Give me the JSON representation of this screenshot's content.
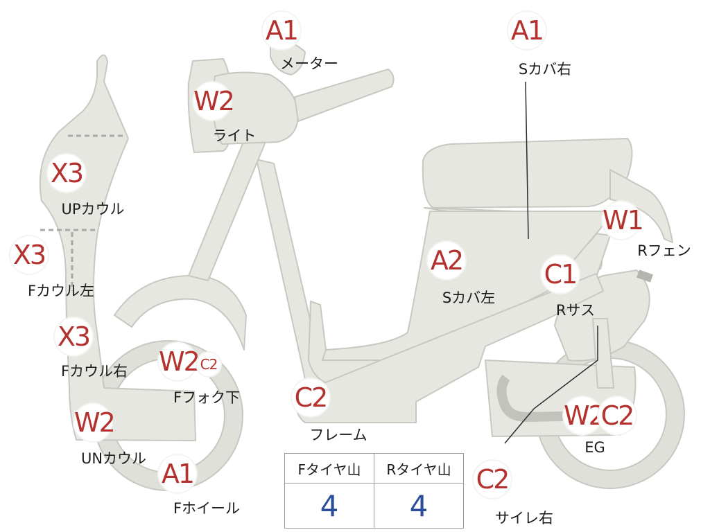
{
  "parts": [
    {
      "code": "A1",
      "label": "メーター"
    },
    {
      "code": "A1",
      "label": "Sカバ右"
    },
    {
      "code": "W2",
      "label": "ライト"
    },
    {
      "code": "X3",
      "label": "UPカウル"
    },
    {
      "code": "W1",
      "label": "Rフェン"
    },
    {
      "code": "X3",
      "label": "Fカウル左"
    },
    {
      "code": "A2",
      "label": "Sカバ左"
    },
    {
      "code": "C1",
      "label": "Rサス"
    },
    {
      "code": "X3",
      "label": "Fカウル右"
    },
    {
      "code": "W2",
      "label": "Fフォク下"
    },
    {
      "code": "C2",
      "label": ""
    },
    {
      "code": "C2",
      "label": "フレーム"
    },
    {
      "code": "W2",
      "label": "UNカウル"
    },
    {
      "code": "W2",
      "label": "EG"
    },
    {
      "code": "C2",
      "label": ""
    },
    {
      "code": "A1",
      "label": "Fホイール"
    },
    {
      "code": "C2",
      "label": "サイレ右"
    }
  ],
  "tire_table": {
    "headers": [
      "Fタイヤ山",
      "Rタイヤ山"
    ],
    "values": [
      "4",
      "4"
    ]
  },
  "colors": {
    "code_text": "#b3322d",
    "body_fill": "#e7e7e2",
    "body_stroke": "#c8c8c2",
    "table_value": "#2a4d9c"
  }
}
